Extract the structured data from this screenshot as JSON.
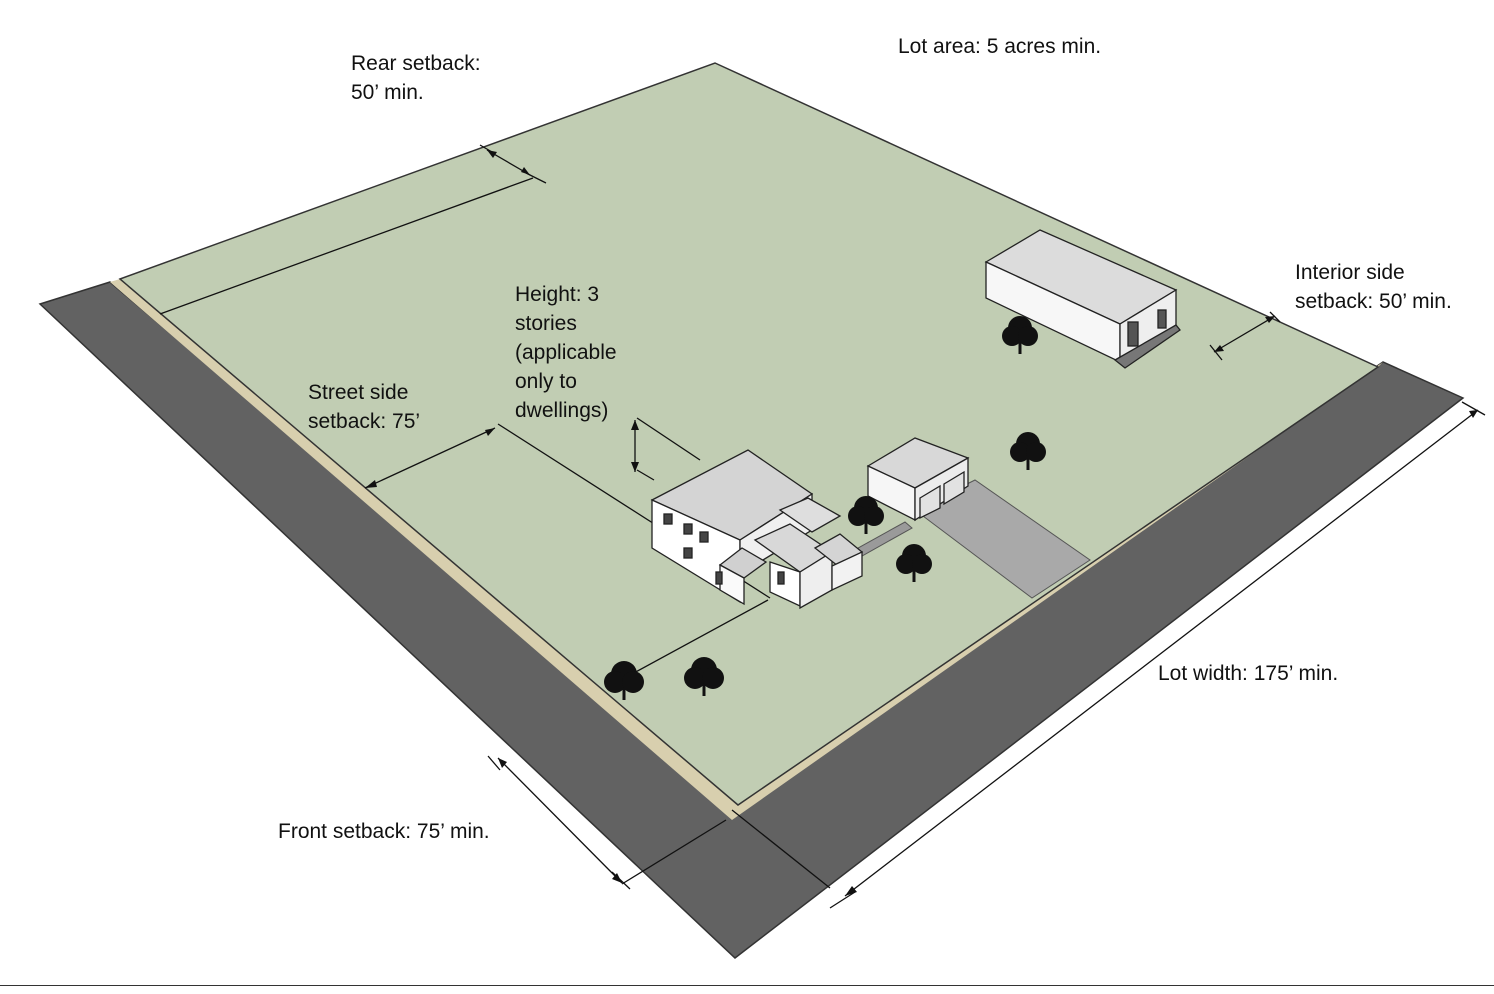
{
  "labels": {
    "rear_setback": [
      "Rear setback:",
      "50’ min."
    ],
    "lot_area": "Lot area: 5 acres min.",
    "height": [
      "Height: 3",
      "stories",
      "(applicable",
      "only to",
      "dwellings)"
    ],
    "street_side_setback": [
      "Street side",
      "setback: 75’"
    ],
    "interior_side_setback": [
      "Interior side",
      "setback: 50’ min."
    ],
    "lot_width": "Lot width: 175’ min.",
    "front_setback": "Front setback: 75’ min."
  },
  "icons": [
    "tree-icon",
    "house-icon",
    "garage-icon",
    "barn-icon"
  ],
  "colors": {
    "lawn": "#c1cdb3",
    "road": "#626262",
    "sidewalk": "#d8cfae",
    "driveway": "#aaaaaa",
    "building_wall": "#ffffff",
    "building_roof": "#d4d4d4",
    "tree": "#111111"
  }
}
